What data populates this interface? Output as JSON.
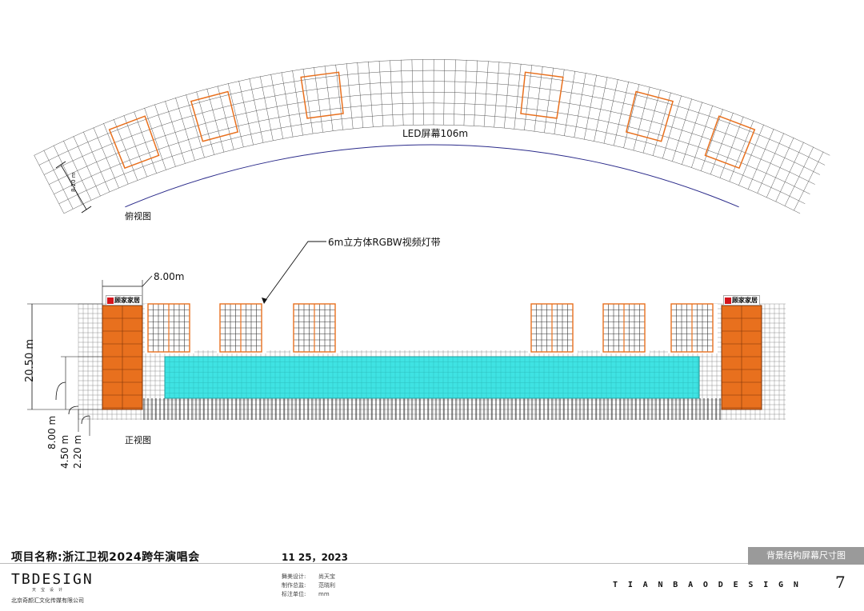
{
  "plan": {
    "screen_label": "LED屏幕106m",
    "depth_label": "8.20 m",
    "view_label": "俯视图"
  },
  "elevation": {
    "callout_label": "6m立方体RGBW视频灯带",
    "width_label": "8.00m",
    "height_label": "20.50 m",
    "dims": [
      "8.00 m",
      "4.50 m",
      "2.20 m"
    ],
    "view_label": "正视图",
    "sign_text": "顾家家居"
  },
  "colors": {
    "orange": "#e8701e",
    "cyan": "#3fe3e3",
    "sign_red": "#d4141c",
    "arc_blue": "#2a2a8a"
  },
  "footer": {
    "project": "项目名称:浙江卫视2024跨年演唱会",
    "date": "11 25，2023",
    "sheet_title": "背景结构屏幕尺寸图",
    "logo": "TBDESIGN",
    "logo_sub": "天宝设计",
    "company": "北京奇颜汇文化传媒有限公司",
    "credits": [
      {
        "k": "舞美设计:",
        "v": "尚天宝"
      },
      {
        "k": "制作总监:",
        "v": "范晓利"
      },
      {
        "k": "标注单位:",
        "v": "mm"
      }
    ],
    "brand": "TIANBAODESIGN",
    "page": "7"
  }
}
